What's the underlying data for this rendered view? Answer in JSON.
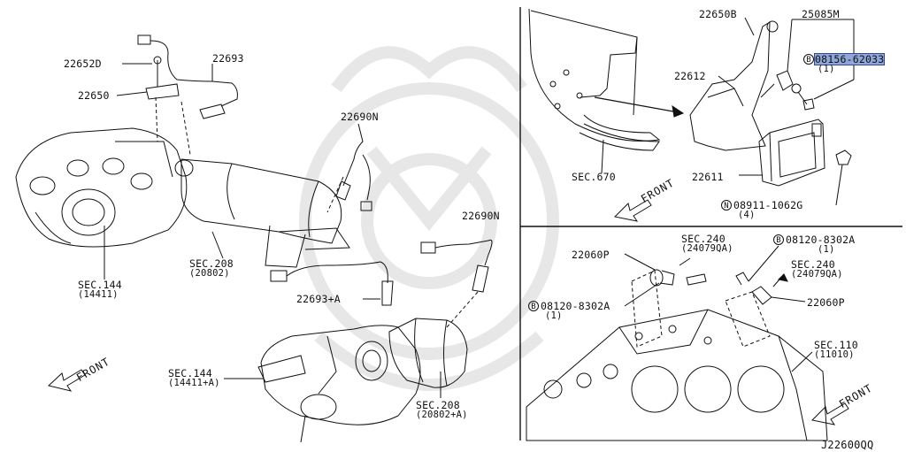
{
  "labels": {
    "p22652D": "22652D",
    "p22650": "22650",
    "p22693": "22693",
    "p22690N_a": "22690N",
    "p22690N_b": "22690N",
    "p22693A": "22693+A",
    "p22650B": "22650B",
    "p25085M": "25085M",
    "p08156": "08156-62033",
    "p08156_qty": "(1)",
    "p22612": "22612",
    "p22611": "22611",
    "p08911": "08911-1062G",
    "p08911_qty": "(4)",
    "sec670": "SEC.670",
    "sec144a": "SEC.144",
    "sec144a_sub": "(14411)",
    "sec208a": "SEC.208",
    "sec208a_sub": "(20802)",
    "sec144b": "SEC.144",
    "sec144b_sub": "(14411+A)",
    "sec208b": "SEC.208",
    "sec208b_sub": "(20802+A)",
    "sec240a": "SEC.240",
    "sec240a_sub": "(24079QA)",
    "sec240b": "SEC.240",
    "sec240b_sub": "(24079QA)",
    "p22060P_a": "22060P",
    "p22060P_b": "22060P",
    "p08120a": "08120-8302A",
    "p08120a_qty": "(1)",
    "p08120b": "08120-8302A",
    "p08120b_qty": "(1)",
    "sec110": "SEC.110",
    "sec110_sub": "(11010)",
    "diagram_id": "J22600QQ"
  },
  "markers": {
    "B": "B",
    "N": "N"
  },
  "front_labels": [
    "FRONT",
    "FRONT",
    "FRONT"
  ],
  "colors": {
    "line": "#111111",
    "highlight": "#8fa6d8"
  }
}
